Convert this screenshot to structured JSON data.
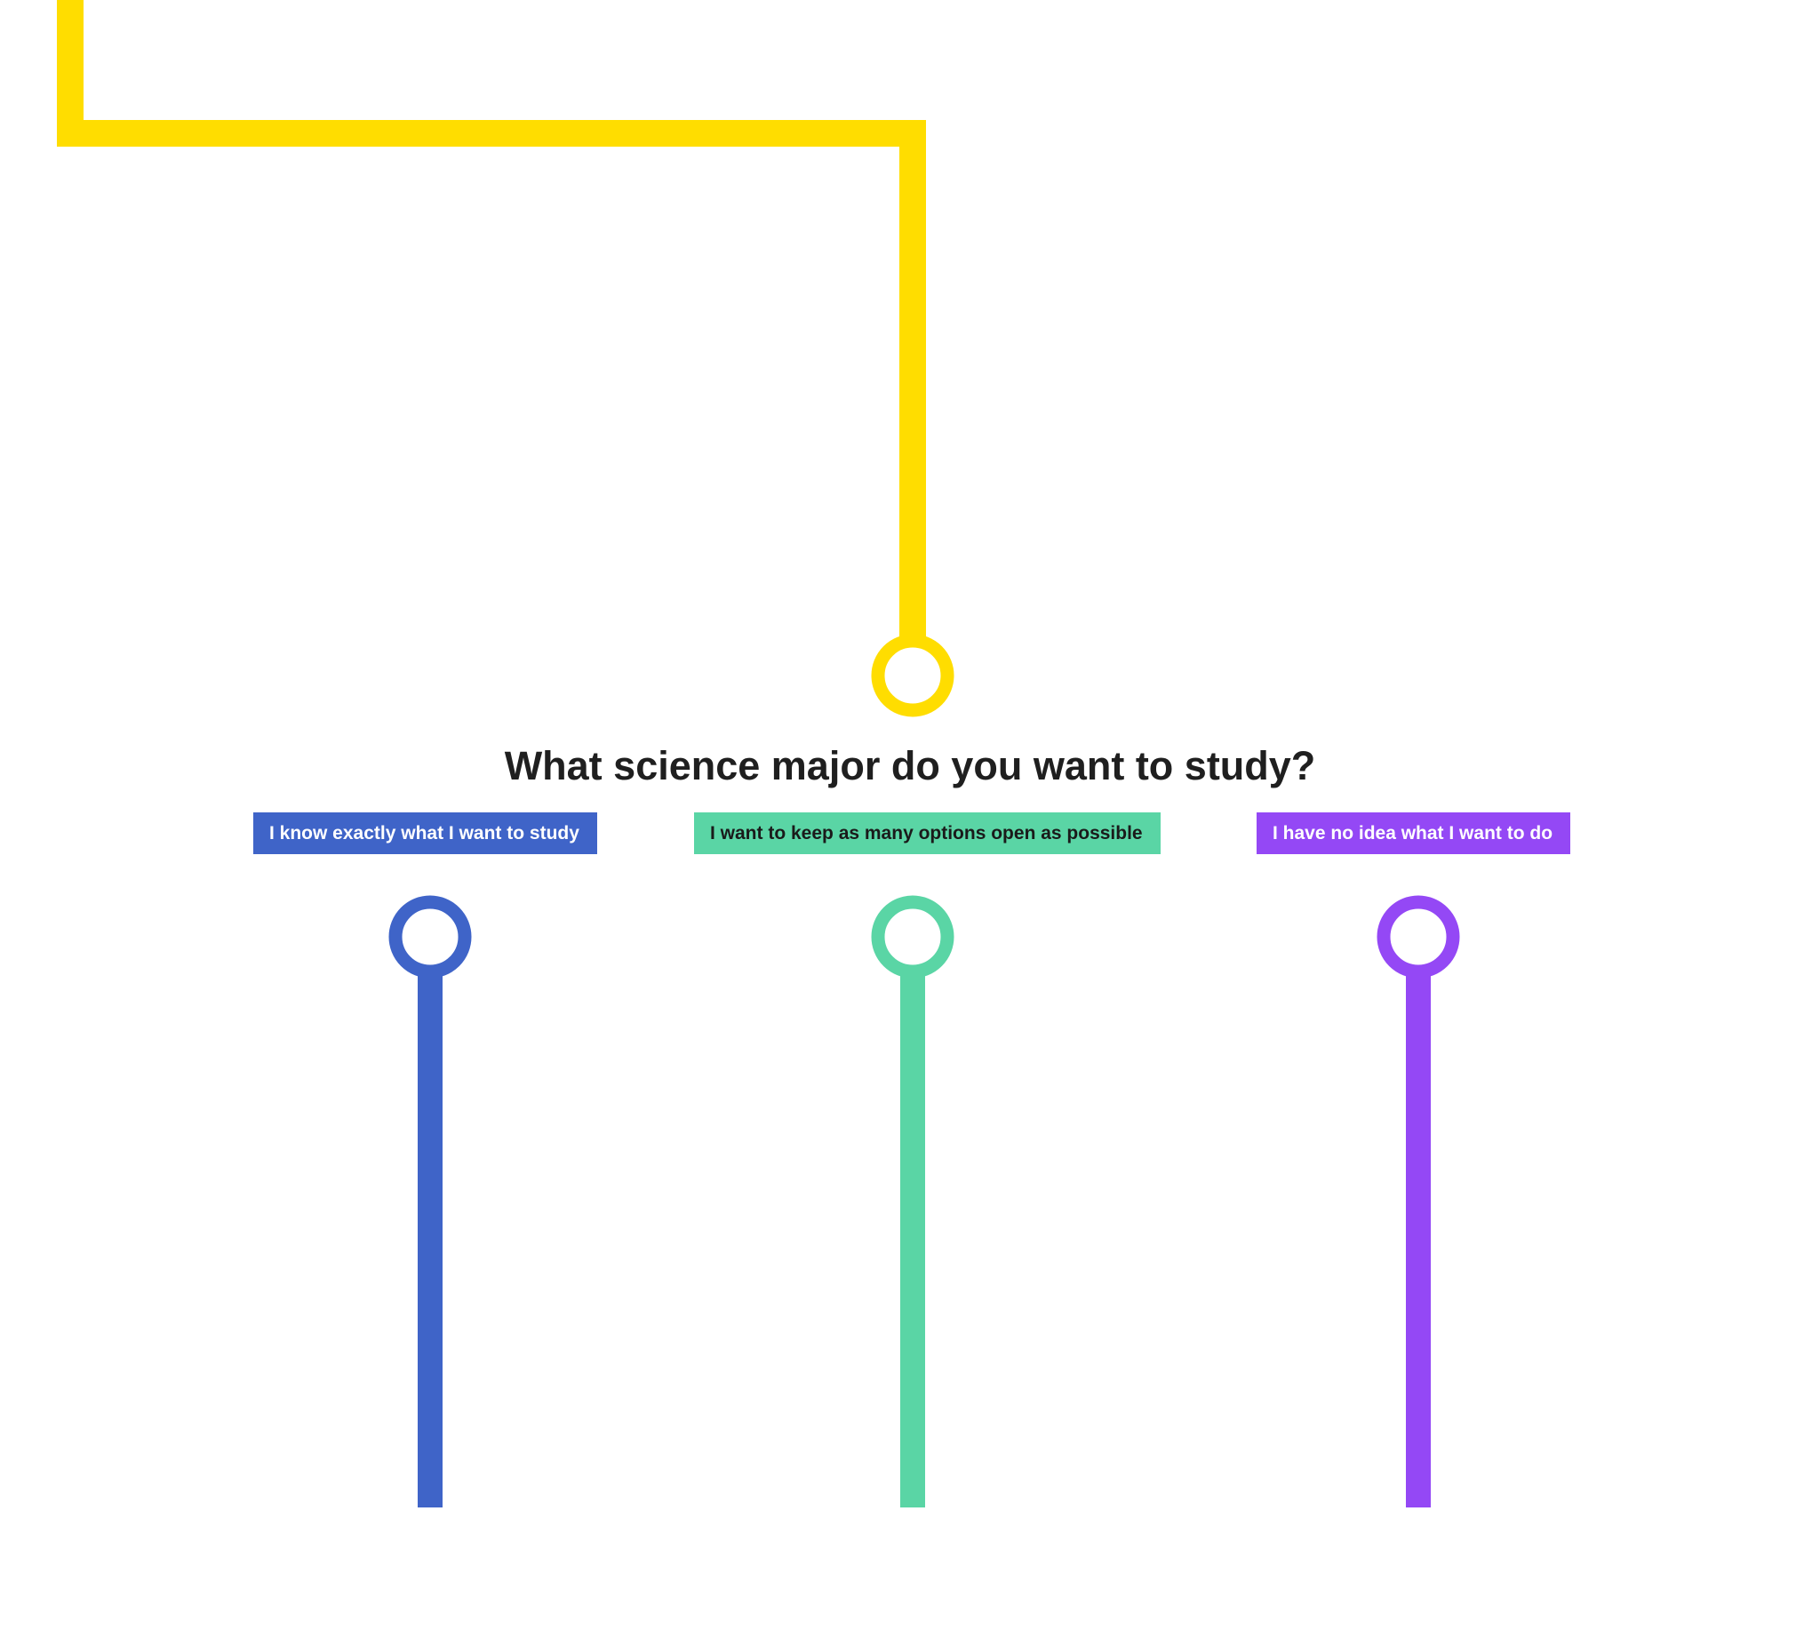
{
  "question": {
    "title": "What science major do you want to study?"
  },
  "colors": {
    "entry_line": "#FFDD00",
    "option_1": "#3F64C8",
    "option_2": "#5AD5A5",
    "option_3": "#9448F5",
    "text_dark": "#1f1f1f"
  },
  "options": [
    {
      "label": "I know exactly what I want to study",
      "color_key": "option_1"
    },
    {
      "label": "I want to keep as many options open as possible",
      "color_key": "option_2"
    },
    {
      "label": "I have no idea what I want to do",
      "color_key": "option_3"
    }
  ]
}
